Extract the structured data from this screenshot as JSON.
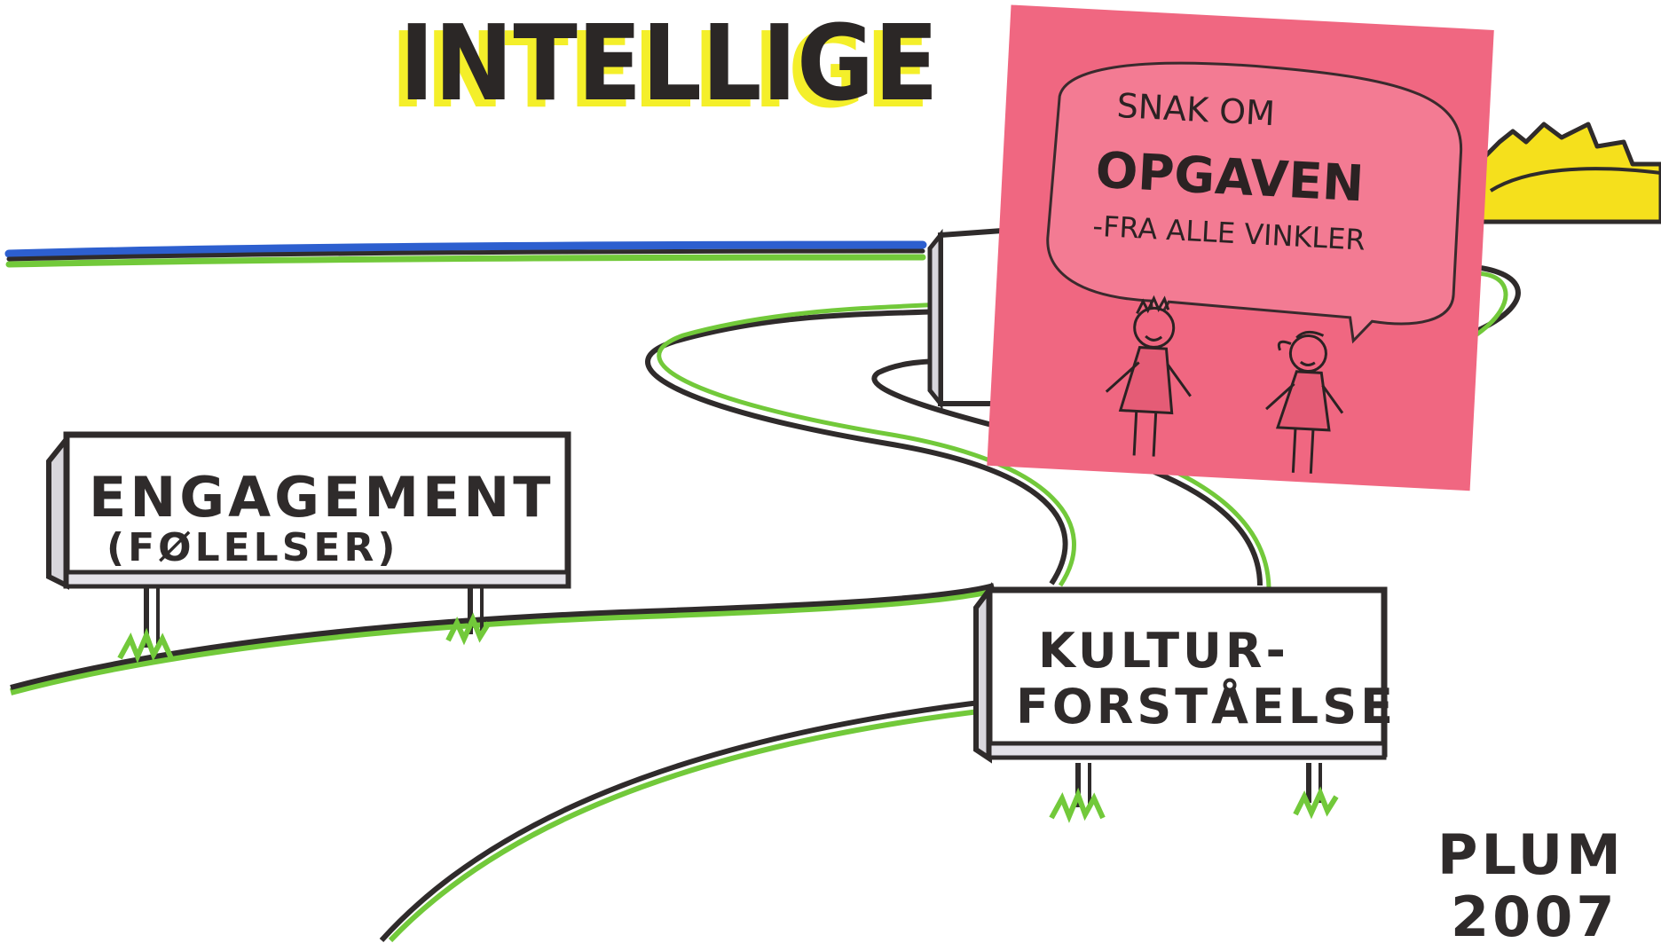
{
  "title": {
    "text": "INTELLIGE"
  },
  "signs": [
    {
      "line1": "ENGAGEMENT",
      "line2": "(FØLELSER)"
    },
    {
      "line1": "KULTUR-",
      "line2": "FORSTÅELSE"
    }
  ],
  "sticky_note": {
    "line1": "SNAK OM",
    "line2": "OPGAVEN",
    "line3": "-FRA ALLE VINKLER"
  },
  "signature": {
    "name": "PLUM",
    "year": "2007"
  },
  "colors": {
    "river": "#2d5fcf",
    "grass": "#72c93a",
    "sun": "#f5e01c",
    "title_highlight": "#f4ef2a",
    "sticky_note": "#f06781",
    "ink": "#2f2b2b"
  }
}
